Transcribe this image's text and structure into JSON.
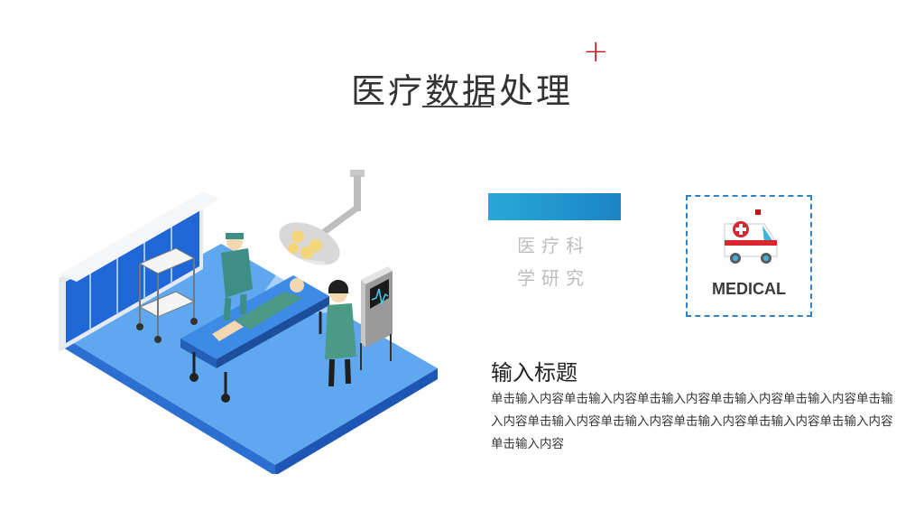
{
  "title": "医疗数据处理",
  "decoration": {
    "plus": "+",
    "plus_color": "#c0141c"
  },
  "accent_color": "#1b84c4",
  "feature": {
    "line1": "医疗科",
    "line2": "学研究"
  },
  "badge": {
    "label": "MEDICAL",
    "icon": "ambulance-icon"
  },
  "section": {
    "heading": "输入标题",
    "body": "单击输入内容单击输入内容单击输入内容单击输入内容单击输入内容单击输入内容单击输入内容单击输入内容单击输入内容单击输入内容单击输入内容单击输入内容"
  },
  "illustration": {
    "subject": "operating-room-illustration"
  }
}
